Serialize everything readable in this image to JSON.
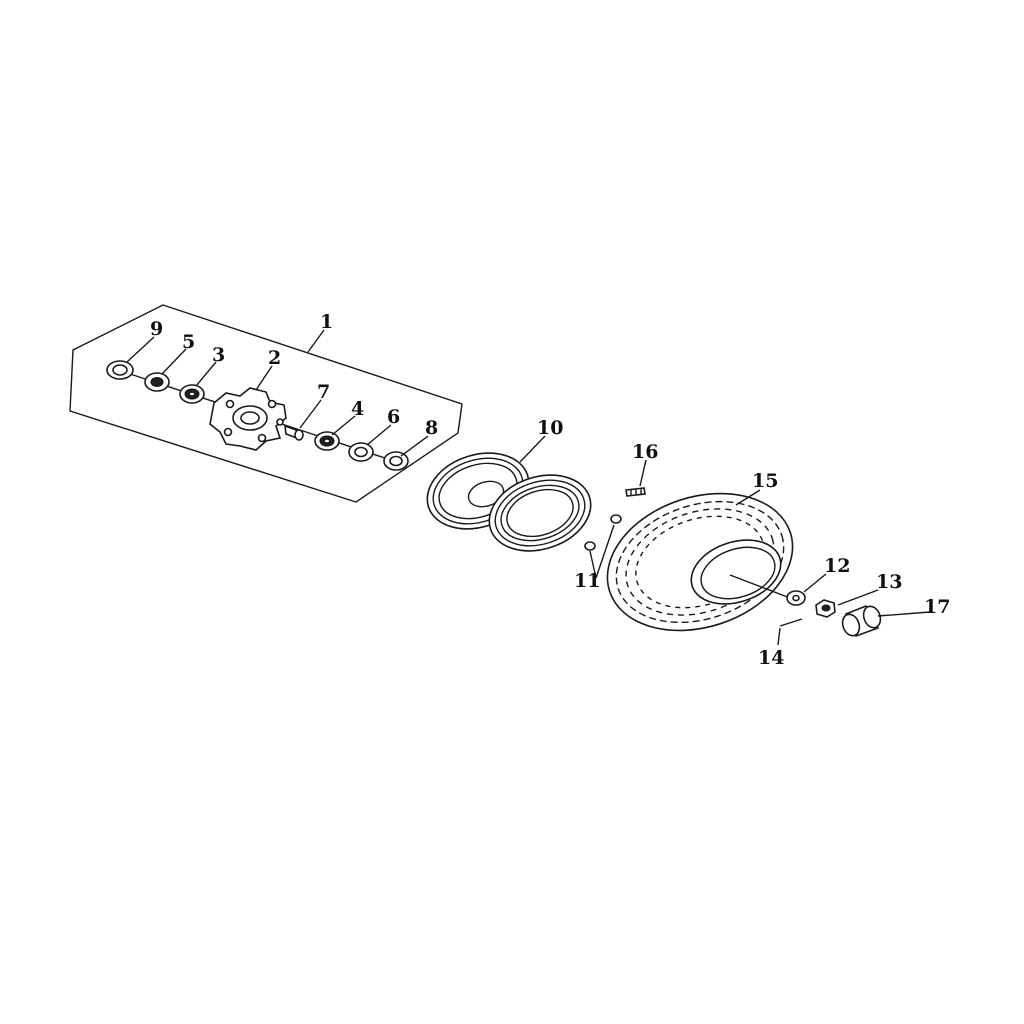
{
  "callouts": {
    "c1": "1",
    "c2": "2",
    "c3": "3",
    "c4": "4",
    "c5": "5",
    "c6": "6",
    "c7": "7",
    "c8": "8",
    "c9": "9",
    "c10": "10",
    "c11": "11",
    "c12": "12",
    "c13": "13",
    "c14": "14",
    "c15": "15",
    "c16": "16",
    "c17": "17"
  },
  "colors": {
    "background": "#ffffff",
    "ink": "#1a1a1a"
  }
}
